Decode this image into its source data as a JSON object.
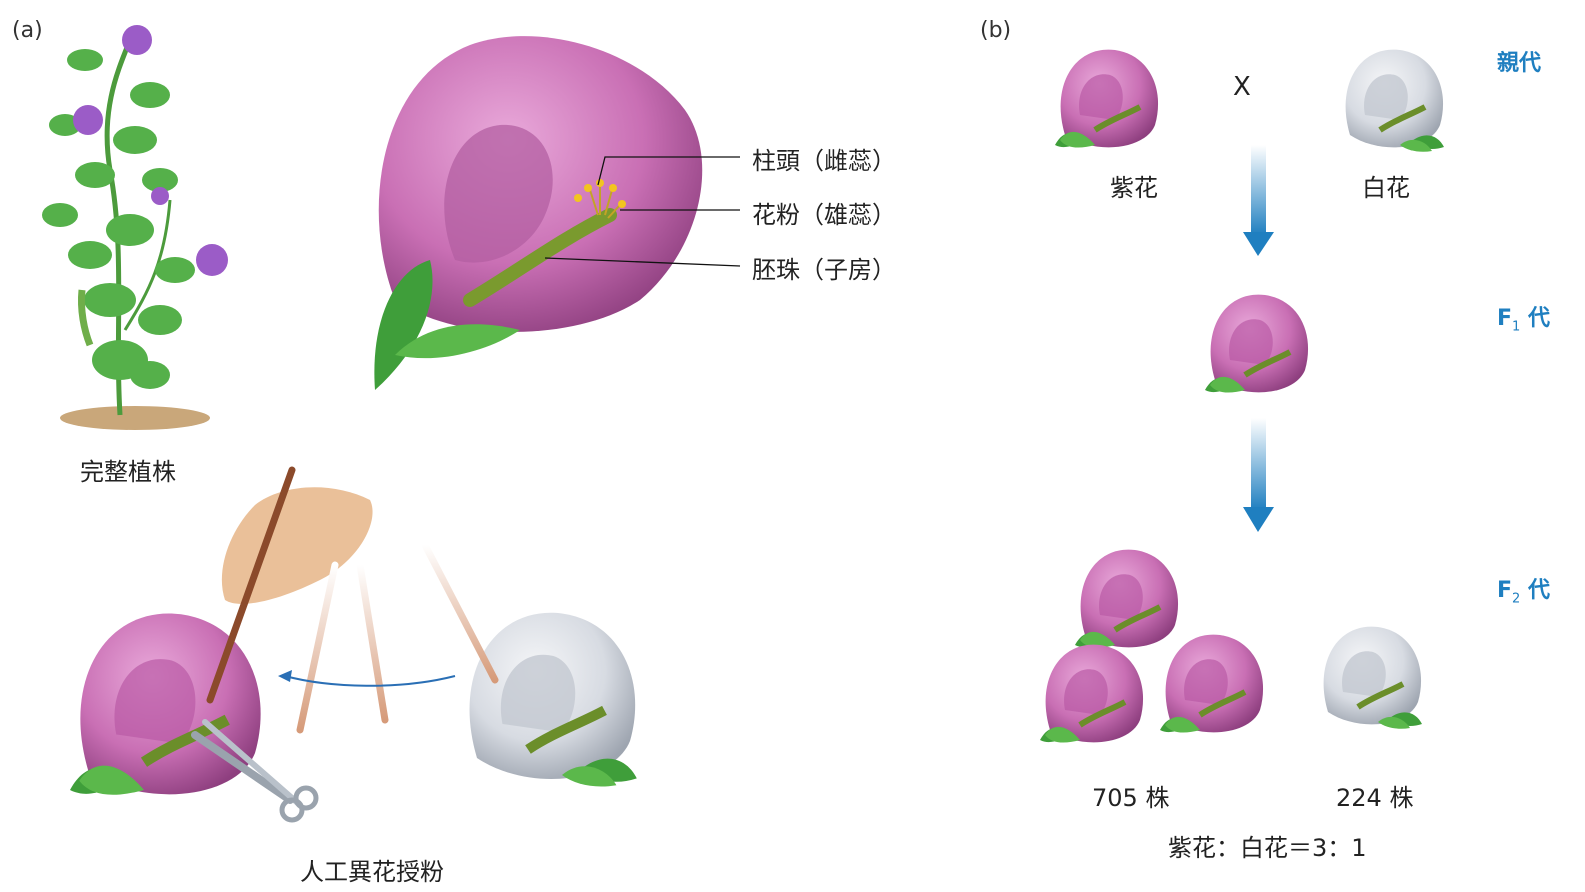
{
  "panel_a": {
    "tag": "(a)",
    "plant_caption": "完整植株",
    "flower_parts": [
      {
        "label": "柱頭（雌蕊）"
      },
      {
        "label": "花粉（雄蕊）"
      },
      {
        "label": "胚珠（子房）"
      }
    ],
    "pollination_caption": "人工異花授粉"
  },
  "panel_b": {
    "tag": "(b)",
    "cross_symbol": "X",
    "parent_left": "紫花",
    "parent_right": "白花",
    "gen_parent": "親代",
    "gen_f1_letter": "F",
    "gen_f1_sub": "1",
    "gen_f1_word": "代",
    "gen_f2_letter": "F",
    "gen_f2_sub": "2",
    "gen_f2_word": "代",
    "count_purple": "705 株",
    "count_white": "224 株",
    "ratio": "紫花：白花＝3：1"
  },
  "colors": {
    "purple_petal": "#c96fb4",
    "white_petal": "#d7dbe2",
    "leaf": "#3f9e3a",
    "arrow": "#1f7fc0"
  }
}
